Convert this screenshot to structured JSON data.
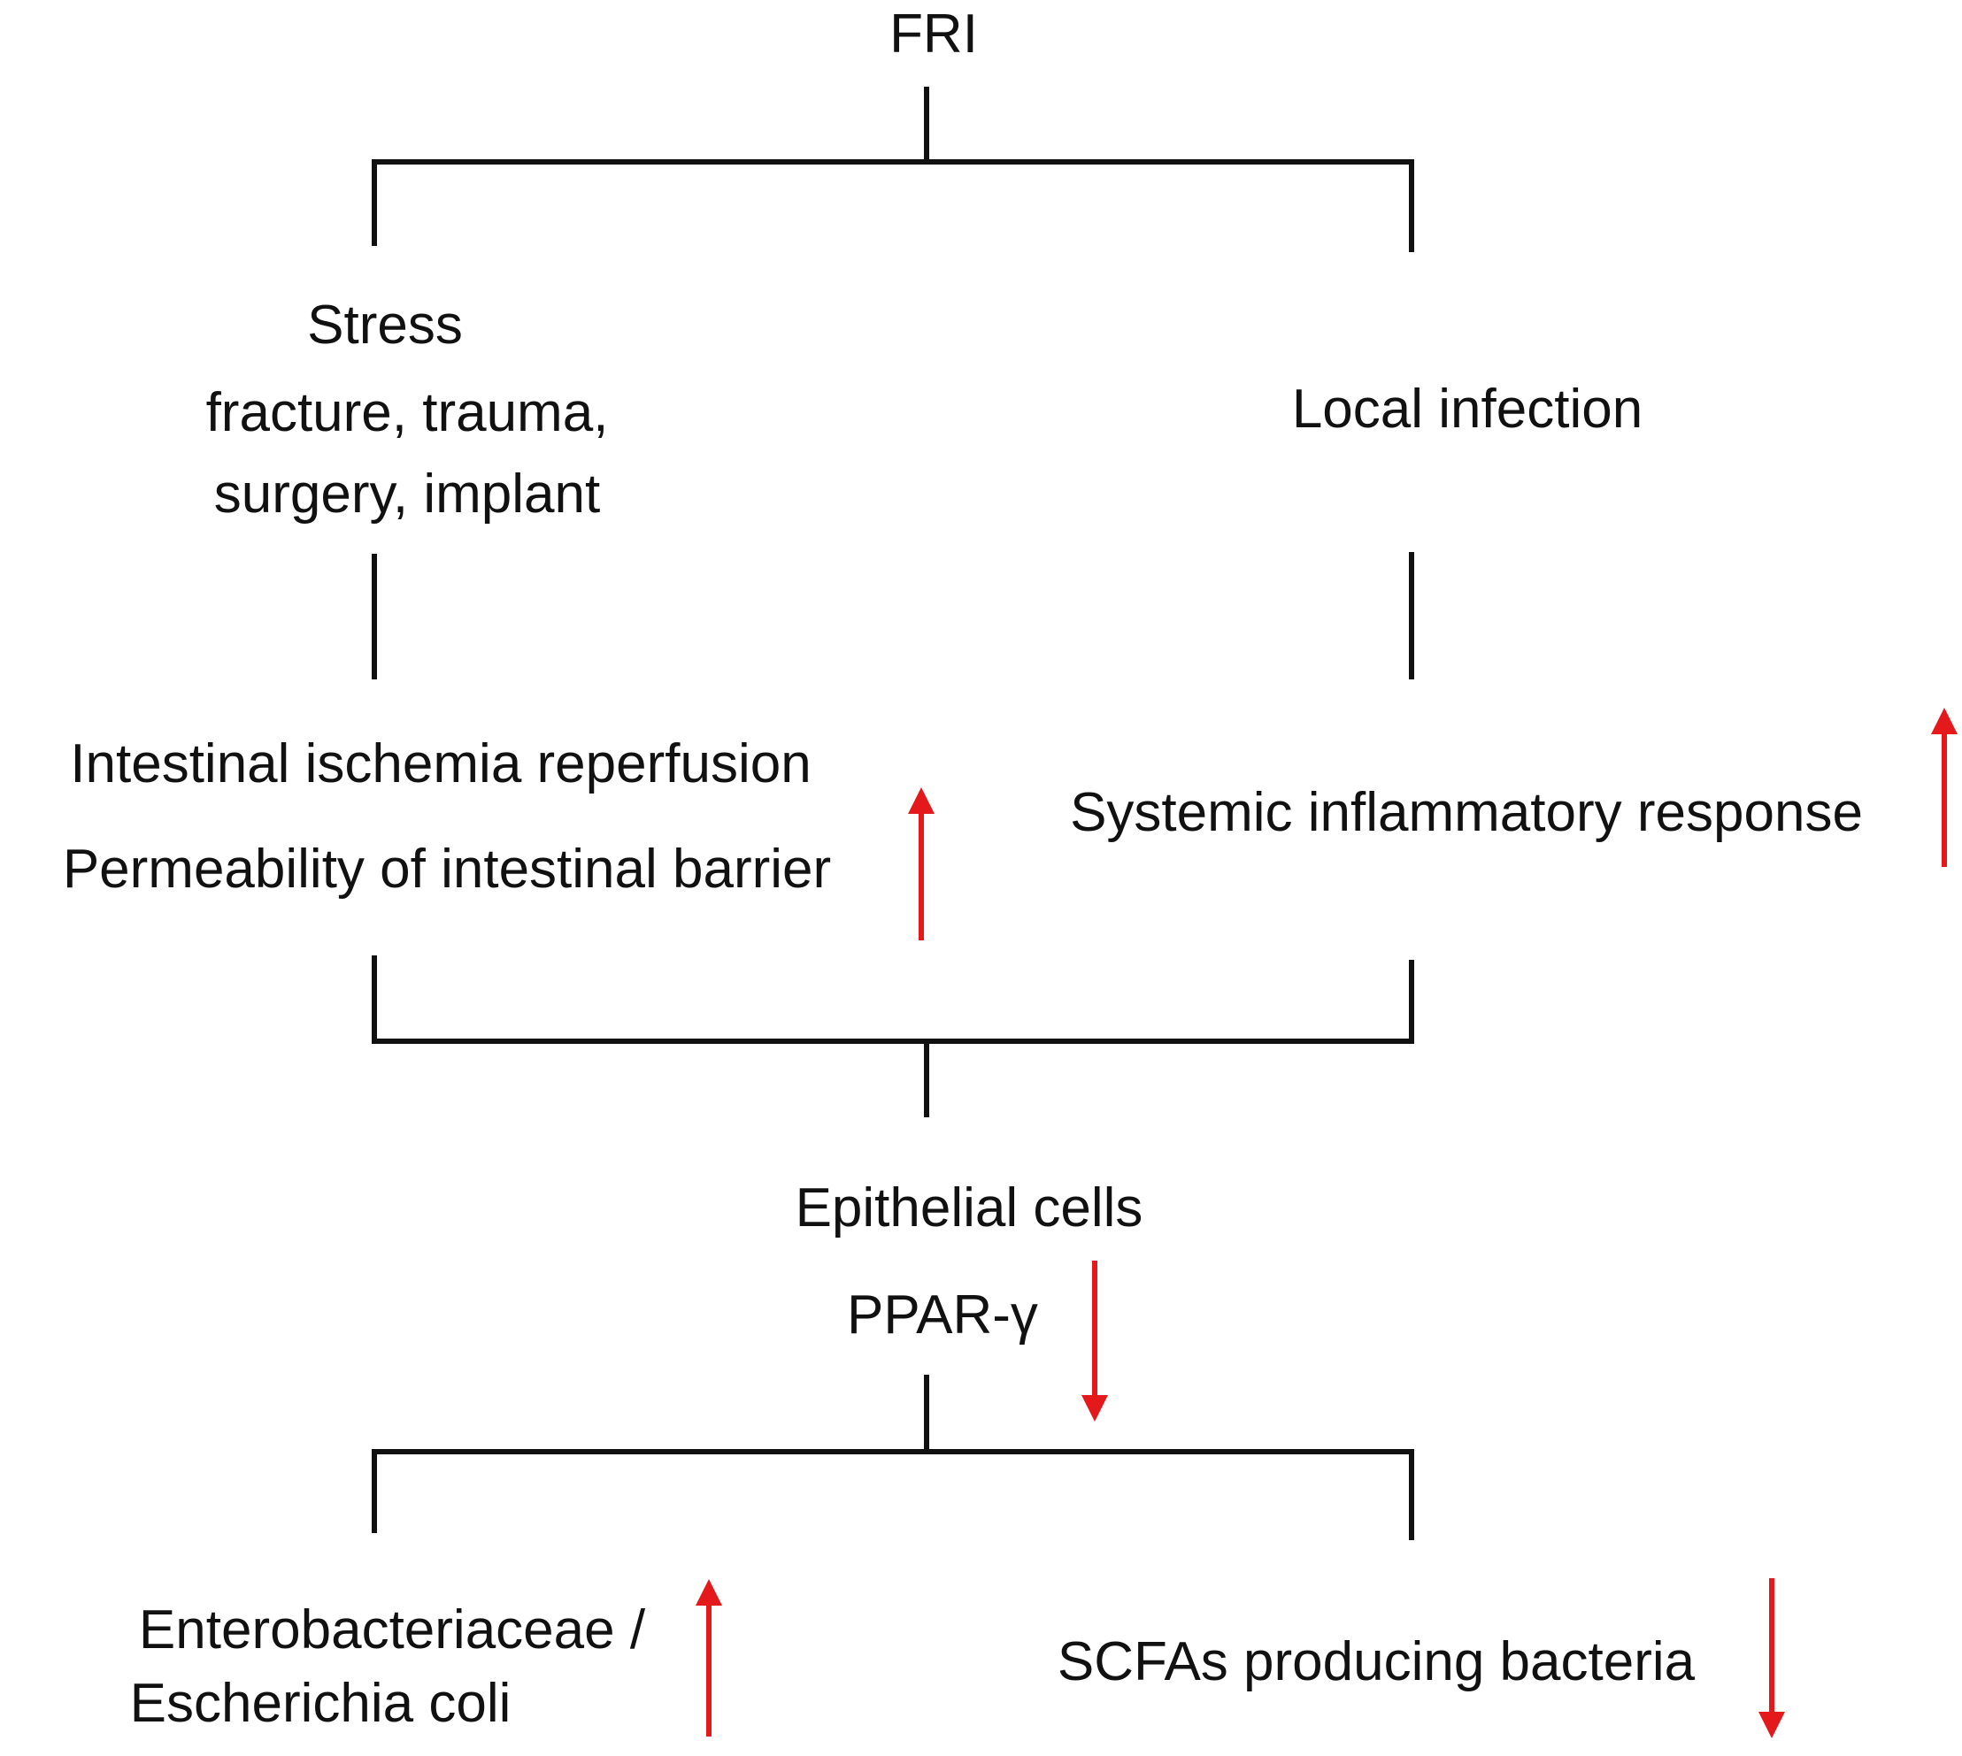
{
  "root": {
    "label": "FRI"
  },
  "left_branch": {
    "title": "Stress",
    "causes_line1": "fracture, trauma,",
    "causes_line2": "surgery, implant",
    "effect_line1": "Intestinal ischemia reperfusion",
    "effect_line2": "Permeability of intestinal barrier",
    "effect_arrow": "up"
  },
  "right_branch": {
    "title": "Local infection",
    "effect": "Systemic inflammatory response",
    "effect_arrow": "up"
  },
  "merge": {
    "line1": "Epithelial cells",
    "line2": "PPAR-γ",
    "arrow": "down"
  },
  "outcomes": {
    "left_line1": "Enterobacteriaceae /",
    "left_line2": "Escherichia coli",
    "left_arrow": "up",
    "right": "SCFAs producing bacteria",
    "right_arrow": "down"
  },
  "colors": {
    "line": "#111111",
    "text": "#111111",
    "arrow_up": "#e3191c",
    "arrow_down": "#e3191c"
  }
}
